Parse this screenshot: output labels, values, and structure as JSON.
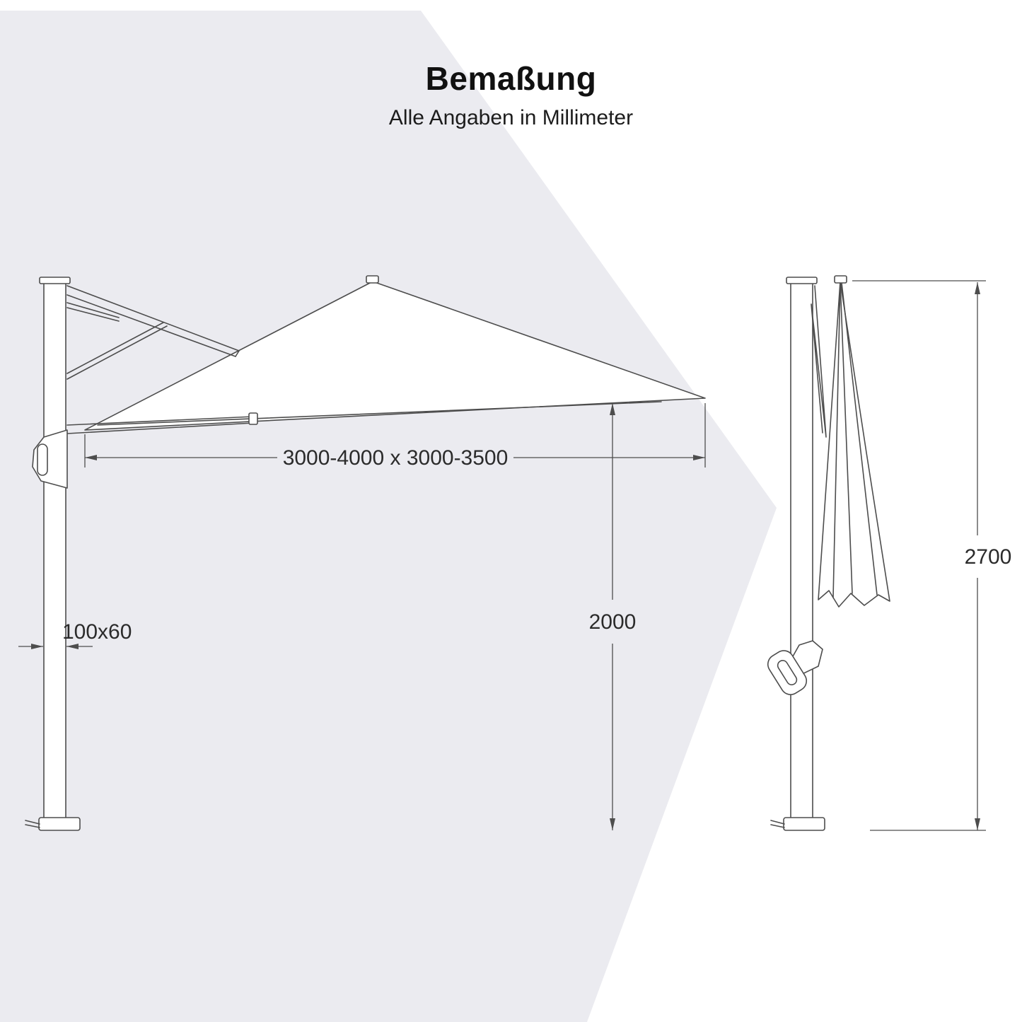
{
  "header": {
    "title": "Bemaßung",
    "subtitle": "Alle Angaben in Millimeter"
  },
  "dimensions": {
    "canopy_size": "3000-4000 x 3000-3500",
    "clearance_height": "2000",
    "mast_profile": "100x60",
    "total_height": "2700"
  },
  "colors": {
    "watermark": "#ebebf0",
    "line": "#4d4d4d",
    "text": "#2b2b2b"
  }
}
